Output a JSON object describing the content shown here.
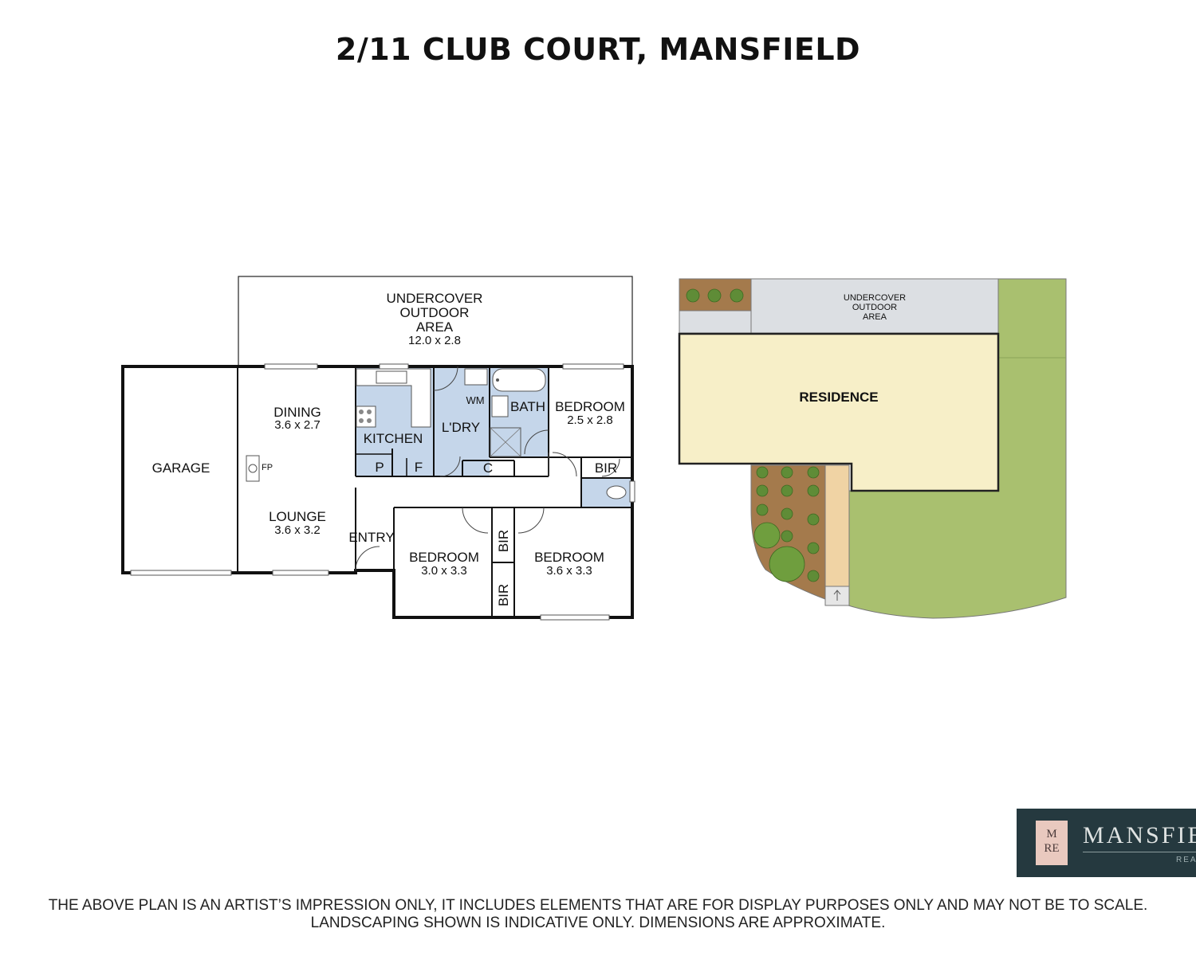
{
  "title": "2/11 CLUB COURT, MANSFIELD",
  "floorplan": {
    "undercover": {
      "line1": "UNDERCOVER",
      "line2": "OUTDOOR",
      "line3": "AREA",
      "dims": "12.0 x 2.8"
    },
    "garage": "GARAGE",
    "dining": {
      "name": "DINING",
      "dims": "3.6 x 2.7"
    },
    "fireplace": "FP",
    "lounge": {
      "name": "LOUNGE",
      "dims": "3.6 x 3.2"
    },
    "entry": "ENTRY",
    "kitchen": "KITCHEN",
    "pantry": "P",
    "fridge": "F",
    "laundry": "L'DRY",
    "washing_machine": "WM",
    "bath": "BATH",
    "cupboard": "C",
    "bedroom1": {
      "name": "BEDROOM",
      "dims": "2.5 x 2.8"
    },
    "bedroom2": {
      "name": "BEDROOM",
      "dims": "3.0 x 3.3"
    },
    "bedroom3": {
      "name": "BEDROOM",
      "dims": "3.6 x 3.3"
    },
    "bir": "BIR"
  },
  "siteplan": {
    "undercover": {
      "line1": "UNDERCOVER",
      "line2": "OUTDOOR",
      "line3": "AREA"
    },
    "residence": "RESIDENCE"
  },
  "colors": {
    "wet_area": "#c5d6ea",
    "residence": "#f7efc8",
    "lawn": "#a9c06f",
    "lawn_dark": "#99b35f",
    "garden_bed": "#a47a4c",
    "path": "#f0d3a4",
    "undercover_site": "#dcdfe3"
  },
  "logo": {
    "monogram_top": "M",
    "monogram_bottom": "RE",
    "word": "MANSFIELD",
    "sub": "REAL ESTATE"
  },
  "disclaimer": {
    "line1": "THE ABOVE PLAN IS AN ARTIST’S IMPRESSION ONLY, IT INCLUDES ELEMENTS THAT ARE FOR DISPLAY PURPOSES ONLY AND MAY NOT BE TO SCALE.",
    "line2": "LANDSCAPING SHOWN IS INDICATIVE ONLY. DIMENSIONS ARE APPROXIMATE."
  }
}
